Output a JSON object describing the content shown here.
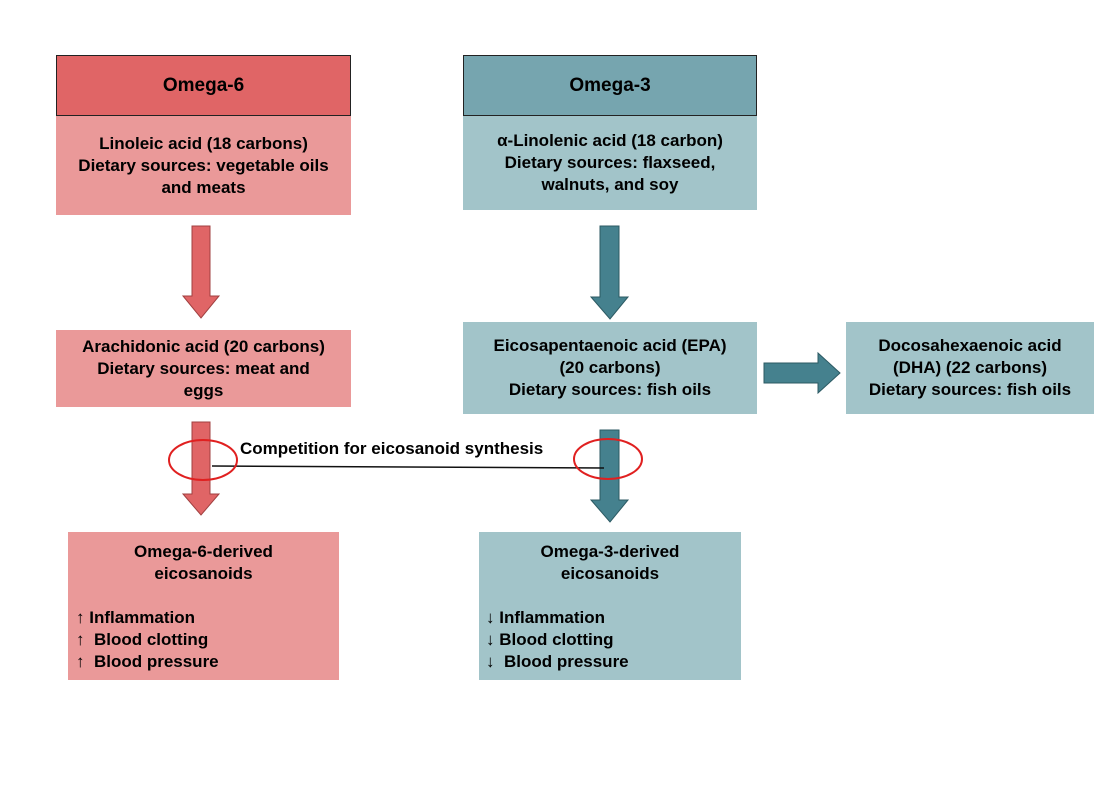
{
  "colors": {
    "omega6_header": "#e06566",
    "omega6_box": "#ea9999",
    "omega6_arrow": "#e06566",
    "omega3_header": "#76a5af",
    "omega3_box": "#a2c4c9",
    "omega3_arrow": "#45818e",
    "circle": "#e02020"
  },
  "omega6": {
    "header": "Omega-6",
    "precursor": [
      "Linoleic acid (18 carbons)",
      "Dietary sources: vegetable oils",
      "and meats"
    ],
    "intermediate": [
      "Arachidonic acid (20 carbons)",
      "Dietary sources: meat and",
      "eggs"
    ],
    "derived_title": [
      "Omega-6-derived",
      "eicosanoids"
    ],
    "effects": [
      "↑ Inflammation",
      "↑  Blood clotting",
      "↑  Blood pressure"
    ]
  },
  "omega3": {
    "header": "Omega-3",
    "precursor": [
      "α-Linolenic acid (18 carbon)",
      "Dietary sources: flaxseed,",
      "walnuts, and soy"
    ],
    "intermediate": [
      "Eicosapentaenoic acid (EPA)",
      "(20 carbons)",
      "Dietary sources: fish oils"
    ],
    "dha": [
      "Docosahexaenoic acid",
      "(DHA) (22 carbons)",
      "Dietary sources: fish oils"
    ],
    "derived_title": [
      "Omega-3-derived",
      "eicosanoids"
    ],
    "effects": [
      "↓ Inflammation",
      "↓ Blood clotting",
      "↓  Blood pressure"
    ]
  },
  "competition_label": "Competition for eicosanoid synthesis"
}
